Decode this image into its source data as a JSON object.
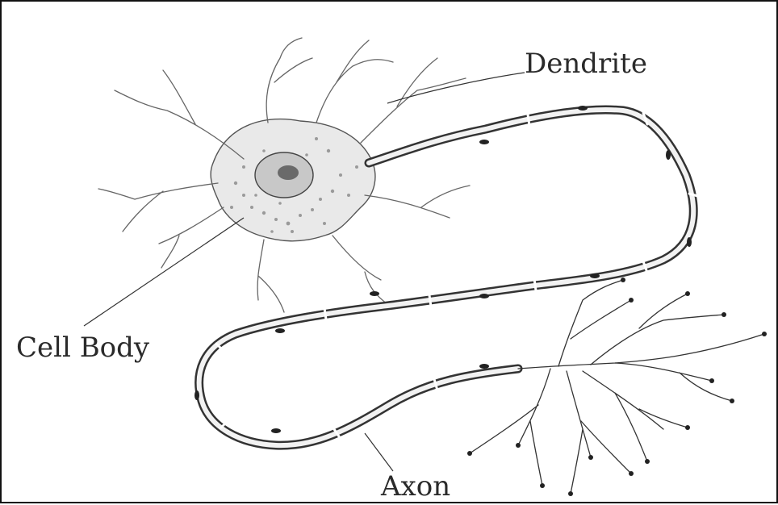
{
  "diagram": {
    "labels": {
      "dendrite": "Dendrite",
      "cell_body": "Cell Body",
      "axon": "Axon"
    },
    "colors": {
      "ink": "#2a2a2a",
      "shade": "#9a9a9a",
      "border": "#111111",
      "background": "#ffffff"
    }
  }
}
